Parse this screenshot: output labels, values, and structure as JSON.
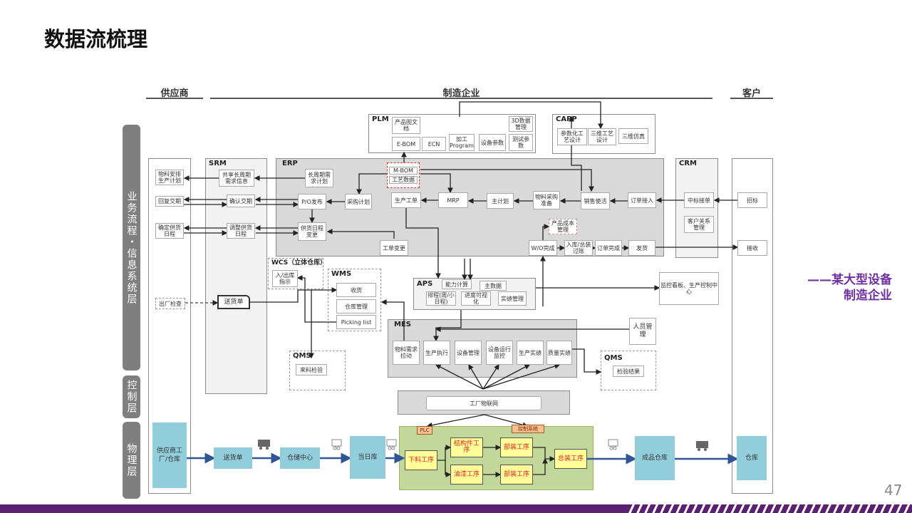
{
  "title": "数据流梳理",
  "columns": {
    "supplier": "供应商",
    "manufacturer": "制造企业",
    "customer": "客户"
  },
  "layers": {
    "business": "业务流程・信息系统层",
    "control": "控制层",
    "physical": "物理层"
  },
  "supplier": {
    "plan": "物料安排生产计划",
    "reply": "回复交期",
    "confirm": "确定供货日程",
    "inspect": "出厂检查",
    "factory": "供应商工厂/仓库"
  },
  "srm": {
    "label": "SRM",
    "share": "共享长周期需求信息",
    "confirm": "确认交期",
    "adjust": "调整供货日程",
    "delivery": "送货单"
  },
  "plm": {
    "label": "PLM",
    "doc": "产品图文档",
    "ebom": "E-BOM",
    "ecn": "ECN",
    "program": "加工Program",
    "equip": "设备参数",
    "d3": "3D数据管理",
    "test": "测试参数"
  },
  "capp": {
    "label": "CAPP",
    "param": "参数化工艺设计",
    "d3": "三维工艺设计",
    "sim": "三维仿真"
  },
  "erp": {
    "label": "ERP",
    "longplan": "长周期需求计划",
    "mbom": "M-BOM",
    "craft": "工艺数据",
    "po": "P/O发布",
    "purchase": "采购计划",
    "workorder": "生产工单",
    "mrp": "MRP",
    "master": "主计划",
    "material": "物料采购准备",
    "sales": "销售使活",
    "order": "订单接入",
    "schedule": "供货日程变更",
    "wochange": "工单变更",
    "cost": "产品成本管理",
    "wo": "W/O完成",
    "store": "入库/总装过账",
    "done": "订单完成",
    "ship": "发货"
  },
  "crm": {
    "label": "CRM",
    "bid": "中标接单",
    "rel": "客户关系管理"
  },
  "customer": {
    "tender": "招标",
    "receive": "接收",
    "warehouse": "仓库"
  },
  "wcs": {
    "label": "WCS（立体仓库）",
    "io": "入/出库指示"
  },
  "wms": {
    "label": "WMS",
    "recv": "收货",
    "manage": "仓库管理",
    "pick": "Picking list"
  },
  "qms1": {
    "label": "QMS",
    "incoming": "来料检验"
  },
  "qms2": {
    "label": "QMS",
    "result": "检验结果"
  },
  "aps": {
    "label": "APS",
    "cap": "能力计算",
    "master": "主数据",
    "sched": "排程(周/小日程)",
    "vis": "进度可视化",
    "perf": "实绩管理"
  },
  "mes": {
    "label": "MES",
    "pull": "物料需求拉动",
    "exec": "生产执行",
    "equip": "设备管理",
    "monitor": "设备运行监控",
    "perf": "生产实绩",
    "quality": "质量实绩"
  },
  "monitor": "监控看板、生产控制中心",
  "staff": "人员管理",
  "iot": "工厂物联网",
  "physical": {
    "delivery": "送货单",
    "storage": "仓储中心",
    "daily": "当日库",
    "plc": "PLC",
    "ctrl": "控制系统",
    "cut": "下料工序",
    "struct": "结构件工序",
    "sub1": "部装工序",
    "paint": "油漆工序",
    "sub2": "部装工序",
    "final": "总装工序",
    "fg": "成品仓库"
  },
  "caption": {
    "line1": "——某大型设备",
    "line2": "制造企业"
  },
  "page_number": "47",
  "colors": {
    "accent": "#7030a0",
    "blue": "#92cddc",
    "green": "#c4d79b",
    "yellow": "#ffff99"
  }
}
